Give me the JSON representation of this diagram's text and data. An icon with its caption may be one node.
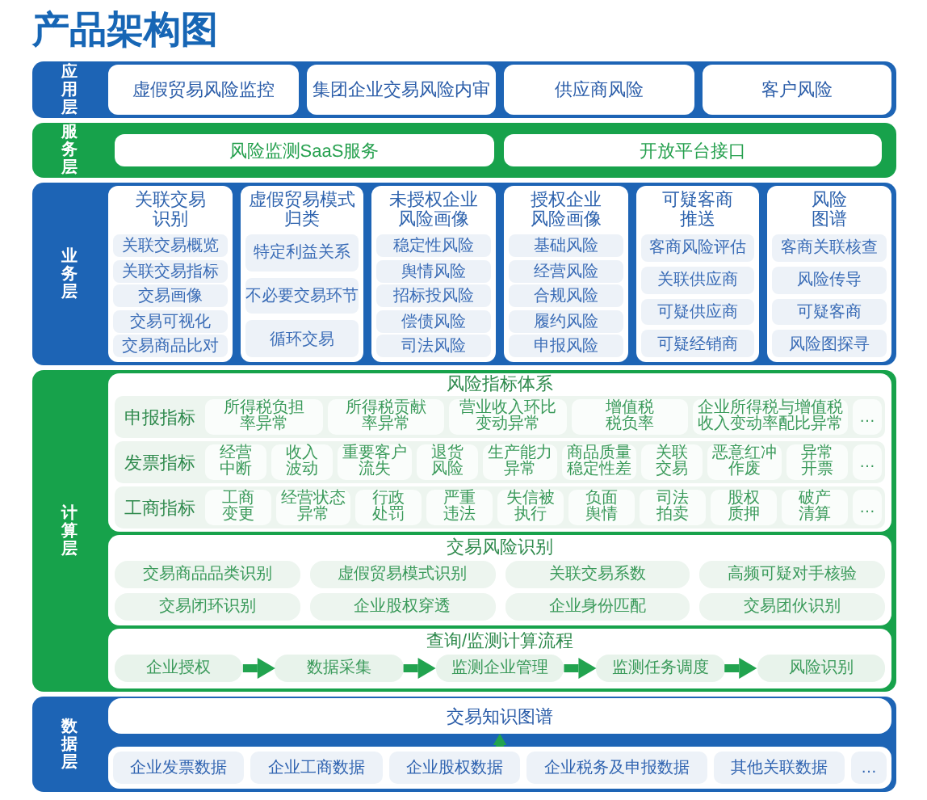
{
  "diagram": {
    "title": "产品架构图",
    "nodes": [
      {
        "text": [
          "应用层"
        ]
      },
      {
        "text": [
          "虚假贸易风险监控"
        ],
        "in": 0
      },
      {
        "text": [
          "集团企业交易风险内审"
        ],
        "in": 0
      },
      {
        "text": [
          "供应商风险"
        ],
        "in": 0
      },
      {
        "text": [
          "客户风险"
        ],
        "in": 0
      },
      {
        "text": [
          "服务层"
        ]
      },
      {
        "text": [
          "风险监测SaaS服务"
        ],
        "in": 5
      },
      {
        "text": [
          "开放平台接口"
        ],
        "in": 5
      },
      {
        "text": [
          "业务层"
        ]
      },
      {
        "text": [
          "关联交易识别"
        ],
        "in": 8
      },
      {
        "text": [
          "关联交易概览"
        ],
        "in": 9
      },
      {
        "text": [
          "关联交易指标"
        ],
        "in": 9
      },
      {
        "text": [
          "交易画像"
        ],
        "in": 9
      },
      {
        "text": [
          "交易可视化"
        ],
        "in": 9
      },
      {
        "text": [
          "交易商品比对"
        ],
        "in": 9
      },
      {
        "text": [
          "虚假贸易模式归类"
        ],
        "in": 8
      },
      {
        "text": [
          "特定利益关系"
        ],
        "in": 15
      },
      {
        "text": [
          "不必要交易环节"
        ],
        "in": 15
      },
      {
        "text": [
          "循环交易"
        ],
        "in": 15
      },
      {
        "text": [
          "未授权企业风险画像"
        ],
        "in": 8
      },
      {
        "text": [
          "稳定性风险"
        ],
        "in": 19
      },
      {
        "text": [
          "舆情风险"
        ],
        "in": 19
      },
      {
        "text": [
          "招标投风险"
        ],
        "in": 19
      },
      {
        "text": [
          "偿债风险"
        ],
        "in": 19
      },
      {
        "text": [
          "司法风险"
        ],
        "in": 19
      },
      {
        "text": [
          "授权企业风险画像"
        ],
        "in": 8
      },
      {
        "text": [
          "基础风险"
        ],
        "in": 25
      },
      {
        "text": [
          "经营风险"
        ],
        "in": 25
      },
      {
        "text": [
          "合规风险"
        ],
        "in": 25
      },
      {
        "text": [
          "履约风险"
        ],
        "in": 25
      },
      {
        "text": [
          "申报风险"
        ],
        "in": 25
      },
      {
        "text": [
          "可疑客商推送"
        ],
        "in": 8
      },
      {
        "text": [
          "客商风险评估"
        ],
        "in": 31
      },
      {
        "text": [
          "关联供应商"
        ],
        "in": 31
      },
      {
        "text": [
          "可疑供应商"
        ],
        "in": 31
      },
      {
        "text": [
          "可疑经销商"
        ],
        "in": 31
      },
      {
        "text": [
          "风险图谱"
        ],
        "in": 8
      },
      {
        "text": [
          "客商关联核查"
        ],
        "in": 36
      },
      {
        "text": [
          "风险传导"
        ],
        "in": 36
      },
      {
        "text": [
          "可疑客商"
        ],
        "in": 36
      },
      {
        "text": [
          "风险图探寻"
        ],
        "in": 36
      },
      {
        "text": [
          "计算层"
        ]
      },
      {
        "text": [
          "风险指标体系"
        ],
        "in": 41
      },
      {
        "text": [
          "申报指标"
        ],
        "in": 42
      },
      {
        "text": [
          "所得税负担率异常"
        ],
        "in": 43
      },
      {
        "text": [
          "所得税贡献率异常"
        ],
        "in": 43
      },
      {
        "text": [
          "营业收入环比变动异常"
        ],
        "in": 43
      },
      {
        "text": [
          "增值税税负率"
        ],
        "in": 43
      },
      {
        "text": [
          "企业所得税与增值税收入变动率配比异常"
        ],
        "in": 43
      },
      {
        "text": [
          "…"
        ],
        "in": 43
      },
      {
        "text": [
          "发票指标"
        ],
        "in": 42
      },
      {
        "text": [
          "经营中断"
        ],
        "in": 50
      },
      {
        "text": [
          "收入波动"
        ],
        "in": 50
      },
      {
        "text": [
          "重要客户流失"
        ],
        "in": 50
      },
      {
        "text": [
          "退货风险"
        ],
        "in": 50
      },
      {
        "text": [
          "生产能力异常"
        ],
        "in": 50
      },
      {
        "text": [
          "商品质量稳定性差"
        ],
        "in": 50
      },
      {
        "text": [
          "关联交易"
        ],
        "in": 50
      },
      {
        "text": [
          "恶意红冲作废"
        ],
        "in": 50
      },
      {
        "text": [
          "异常开票"
        ],
        "in": 50
      },
      {
        "text": [
          "…"
        ],
        "in": 50
      },
      {
        "text": [
          "工商指标"
        ],
        "in": 42
      },
      {
        "text": [
          "工商变更"
        ],
        "in": 61
      },
      {
        "text": [
          "经营状态异常"
        ],
        "in": 61
      },
      {
        "text": [
          "行政处罚"
        ],
        "in": 61
      },
      {
        "text": [
          "严重违法"
        ],
        "in": 61
      },
      {
        "text": [
          "失信被执行"
        ],
        "in": 61
      },
      {
        "text": [
          "负面舆情"
        ],
        "in": 61
      },
      {
        "text": [
          "司法拍卖"
        ],
        "in": 61
      },
      {
        "text": [
          "股权质押"
        ],
        "in": 61
      },
      {
        "text": [
          "破产清算"
        ],
        "in": 61
      },
      {
        "text": [
          "…"
        ],
        "in": 61
      },
      {
        "text": [
          "交易风险识别"
        ],
        "in": 41
      },
      {
        "text": [
          "交易商品品类识别"
        ],
        "in": 72
      },
      {
        "text": [
          "虚假贸易模式识别"
        ],
        "in": 72
      },
      {
        "text": [
          "关联交易系数"
        ],
        "in": 72
      },
      {
        "text": [
          "高频可疑对手核验"
        ],
        "in": 72
      },
      {
        "text": [
          "交易闭环识别"
        ],
        "in": 72
      },
      {
        "text": [
          "企业股权穿透"
        ],
        "in": 72
      },
      {
        "text": [
          "企业身份匹配"
        ],
        "in": 72
      },
      {
        "text": [
          "交易团伙识别"
        ],
        "in": 72
      },
      {
        "text": [
          "查询/监测计算流程"
        ],
        "in": 41
      },
      {
        "text": [
          "企业授权"
        ],
        "in": 81
      },
      {
        "text": [
          "数据采集"
        ],
        "in": 81
      },
      {
        "text": [
          "监测企业管理"
        ],
        "in": 81
      },
      {
        "text": [
          "监测任务调度"
        ],
        "in": 81
      },
      {
        "text": [
          "风险识别"
        ],
        "in": 81
      },
      {
        "text": [
          "数据层"
        ]
      },
      {
        "text": [
          "交易知识图谱"
        ],
        "in": 87
      },
      {
        "text": [],
        "shape": "box",
        "in": 87
      },
      {
        "text": [
          "企业发票数据"
        ],
        "in": 89
      },
      {
        "text": [
          "企业工商数据"
        ],
        "in": 89
      },
      {
        "text": [
          "企业股权数据"
        ],
        "in": 89
      },
      {
        "text": [
          "企业税务及申报数据"
        ],
        "in": 89
      },
      {
        "text": [
          "其他关联数据"
        ],
        "in": 89
      },
      {
        "text": [
          "…"
        ],
        "in": 89
      }
    ],
    "edges": [
      {
        "from": 82,
        "to": 83,
        "arrow": "to"
      },
      {
        "from": 83,
        "to": 84,
        "arrow": "to"
      },
      {
        "from": 84,
        "to": 85,
        "arrow": "to"
      },
      {
        "from": 85,
        "to": 86,
        "arrow": "to"
      },
      {
        "from": 89,
        "to": 88,
        "arrow": "to"
      }
    ]
  }
}
